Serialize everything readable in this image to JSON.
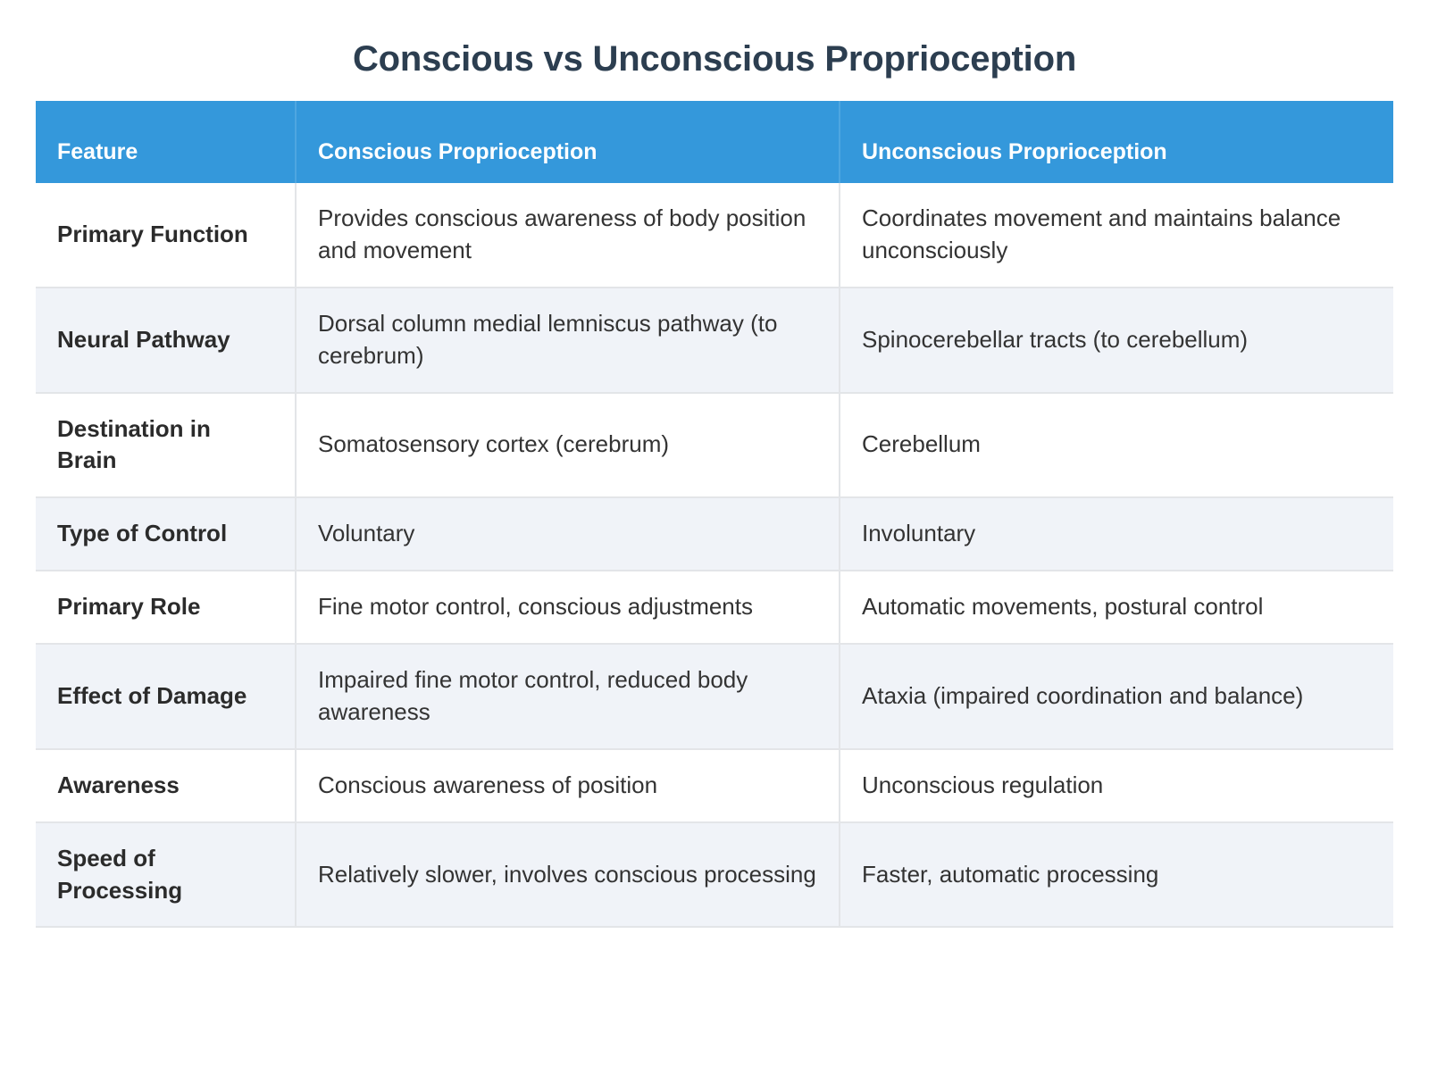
{
  "title": "Conscious vs Unconscious Proprioception",
  "colors": {
    "title": "#2c3e50",
    "header_background": "#3498db",
    "header_text": "#ffffff",
    "row_stripe": "#f0f3f8",
    "row_plain": "#ffffff",
    "border": "#e3e5e8",
    "body_text": "#333333"
  },
  "table": {
    "columns": [
      "Feature",
      "Conscious Proprioception",
      "Unconscious Proprioception"
    ],
    "rows": [
      {
        "feature": "Primary Function",
        "conscious": "Provides conscious awareness of body position and movement",
        "unconscious": "Coordinates movement and maintains balance unconsciously"
      },
      {
        "feature": "Neural Pathway",
        "conscious": "Dorsal column medial lemniscus pathway (to cerebrum)",
        "unconscious": "Spinocerebellar tracts (to cerebellum)"
      },
      {
        "feature": "Destination in Brain",
        "conscious": "Somatosensory cortex (cerebrum)",
        "unconscious": "Cerebellum"
      },
      {
        "feature": "Type of Control",
        "conscious": "Voluntary",
        "unconscious": "Involuntary"
      },
      {
        "feature": "Primary Role",
        "conscious": "Fine motor control, conscious adjustments",
        "unconscious": "Automatic movements, postural control"
      },
      {
        "feature": "Effect of Damage",
        "conscious": "Impaired fine motor control, reduced body awareness",
        "unconscious": "Ataxia (impaired coordination and balance)"
      },
      {
        "feature": "Awareness",
        "conscious": "Conscious awareness of position",
        "unconscious": "Unconscious regulation"
      },
      {
        "feature": "Speed of Processing",
        "conscious": "Relatively slower, involves conscious processing",
        "unconscious": "Faster, automatic processing"
      }
    ]
  }
}
